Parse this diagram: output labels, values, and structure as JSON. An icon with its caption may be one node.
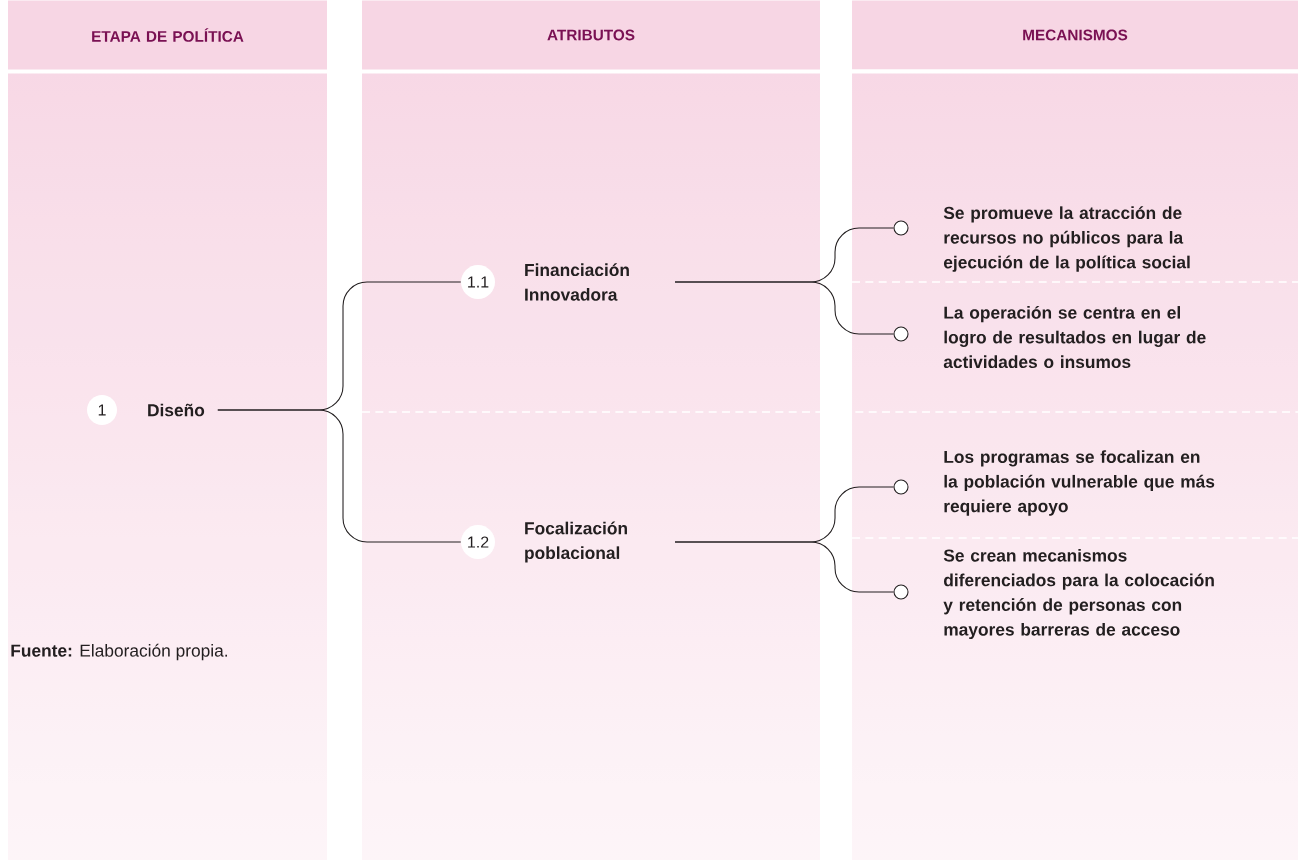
{
  "diagram": {
    "nodes": [
      {
        "text": [
          "ETAPA DE POLÍTICA"
        ]
      },
      {
        "text": [
          "ATRIBUTOS"
        ]
      },
      {
        "text": [
          "MECANISMOS"
        ]
      },
      {
        "text": [
          "1"
        ]
      },
      {
        "text": [
          "Diseño"
        ]
      },
      {
        "text": [
          "1.1"
        ]
      },
      {
        "text": [
          "Financiación Innovadora"
        ]
      },
      {
        "text": [
          "1.2"
        ]
      },
      {
        "text": [
          "Focalización poblacional"
        ]
      },
      {
        "text": [],
        "shape": "circle",
        "beside": [
          "Se promueve la atracción de recursos no públicos para la ejecución de la política social"
        ]
      },
      {
        "text": [],
        "shape": "circle",
        "beside": [
          "La operación se centra en el logro de resultados en lugar de actividades o insumos"
        ]
      },
      {
        "text": [],
        "shape": "circle",
        "beside": [
          "Los programas se focalizan en la población vulnerable que más requiere apoyo"
        ]
      },
      {
        "text": [],
        "shape": "circle",
        "beside": [
          "Se crean mecanismos diferenciados para la colocación y retención de personas con mayores barreras de acceso"
        ]
      }
    ],
    "edges": [
      {
        "from": 4,
        "to": 5,
        "arrow": "none"
      },
      {
        "from": 4,
        "to": 7,
        "arrow": "none"
      },
      {
        "from": 6,
        "to": 9,
        "arrow": "none"
      },
      {
        "from": 6,
        "to": 10,
        "arrow": "none"
      },
      {
        "from": 8,
        "to": 11,
        "arrow": "none"
      },
      {
        "from": 8,
        "to": 12,
        "arrow": "none"
      }
    ],
    "labels": [
      "**Fuente:** Elaboración propia."
    ]
  }
}
